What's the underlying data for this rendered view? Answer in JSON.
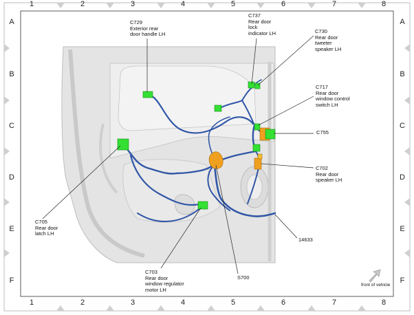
{
  "grid": {
    "columns": [
      "1",
      "2",
      "3",
      "4",
      "5",
      "6",
      "7",
      "8"
    ],
    "rows": [
      "A",
      "B",
      "C",
      "D",
      "E",
      "F"
    ]
  },
  "connectors": {
    "c729": "C729\nExterior rear\ndoor handle LH",
    "c737": "C737\nRear door\nlock\nindicator LH",
    "c730": "C730\nRear door\ntweeter\nspeaker LH",
    "c717": "C717\nRear door\nwindow control\nswitch LH",
    "c755": "C755",
    "c702": "C702\nRear door\nspeaker LH",
    "c705": "C705\nRear door\nlatch LH",
    "c703": "C703\nRear door\nwindow regulator\nmotor LH",
    "harness": "14633",
    "splice": "S700"
  },
  "legend": {
    "label": "front of vehicle",
    "icon": "arrow-icon"
  },
  "colors": {
    "harness": "#2f56a6",
    "connector_green": "#33e033",
    "connector_orange": "#f0a020",
    "panel": "#e6e6e6"
  }
}
